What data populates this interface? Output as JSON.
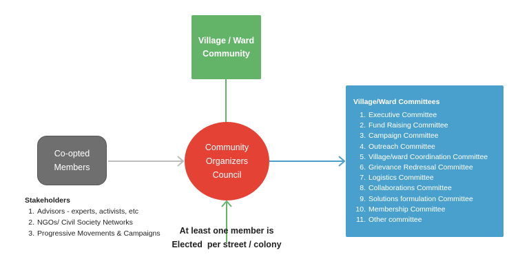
{
  "nodes": {
    "village_community": {
      "line1": "Village / Ward",
      "line2": "Community",
      "color": "#63b468"
    },
    "council": {
      "line1": "Community",
      "line2": "Organizers",
      "line3": "Council",
      "color": "#e34235"
    },
    "coopted": {
      "line1": "Co-opted",
      "line2": "Members",
      "color": "#6f6f6f"
    }
  },
  "committees": {
    "title": "Village/Ward Committees",
    "color": "#4aa0cc",
    "items": [
      {
        "num": "1.",
        "label": "Executive Committee"
      },
      {
        "num": "2.",
        "label": "Fund Raising Committee"
      },
      {
        "num": "3.",
        "label": "Campaign Committee"
      },
      {
        "num": "4.",
        "label": "Outreach Committee"
      },
      {
        "num": "5.",
        "label": "Village/ward Coordination Committee"
      },
      {
        "num": "6.",
        "label": "Grievance Redressal Committee"
      },
      {
        "num": "7.",
        "label": "Logistics Committee"
      },
      {
        "num": "8.",
        "label": "Collaborations Committee"
      },
      {
        "num": "9.",
        "label": "Solutions formulation Committee"
      },
      {
        "num": "10.",
        "label": "Membership Committee"
      },
      {
        "num": "11.",
        "label": "Other committee"
      }
    ]
  },
  "stakeholders": {
    "title": "Stakeholders",
    "items": [
      {
        "num": "1.",
        "label": "Advisors - experts, activists, etc"
      },
      {
        "num": "2.",
        "label": "NGOs/ Civil Society Networks"
      },
      {
        "num": "3.",
        "label": "Progressive Movements & Campaigns"
      }
    ]
  },
  "elected_note": {
    "line1": "At least one member is",
    "line2": "Elected  per street / colony"
  },
  "edge_colors": {
    "village_to_council": "#63b468",
    "coopted_to_council": "#bdbdbd",
    "council_to_committees": "#4aa0cc",
    "elected_to_council": "#63b468"
  }
}
